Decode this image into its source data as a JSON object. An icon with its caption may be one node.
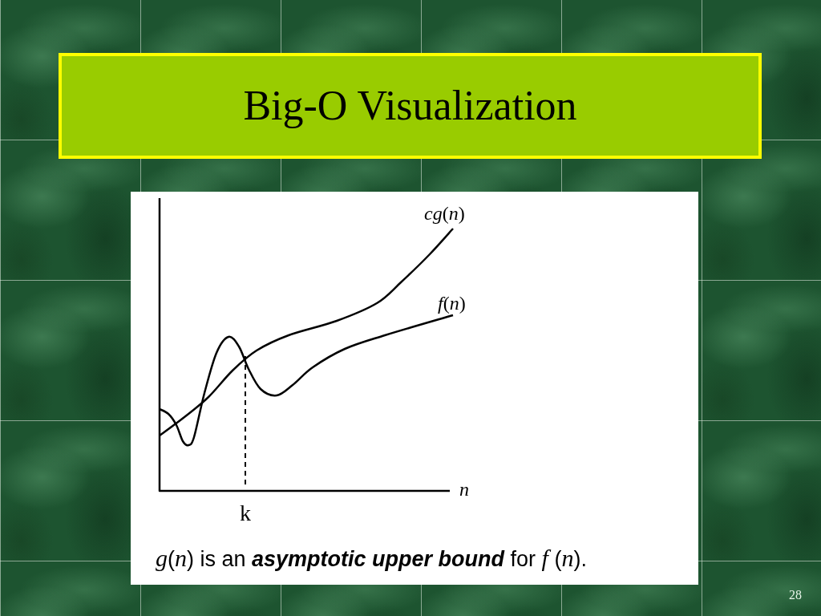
{
  "diagram": {
    "title": "Big-O Visualization",
    "caption": "*g*(*n*) is an **asymptotic upper bound** for *f* (*n*).",
    "labels": [
      "*cg*(*n*)",
      "*f*(*n*)",
      "n",
      "k",
      "28"
    ]
  }
}
